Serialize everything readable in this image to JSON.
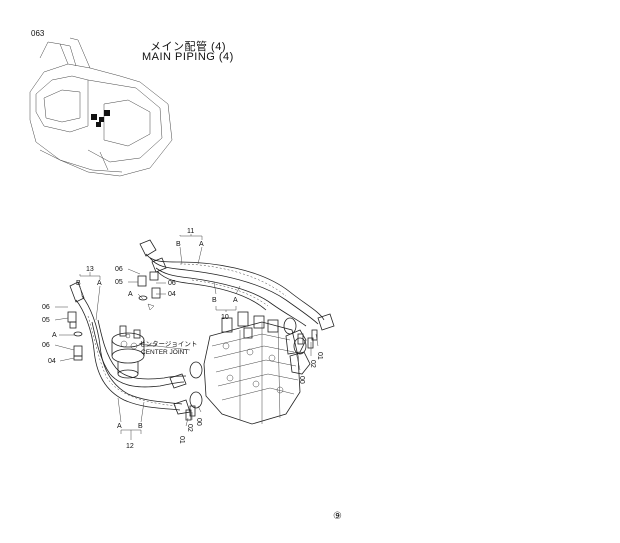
{
  "page_number": "063",
  "title_jp": "メイン配管 (4)",
  "title_en": "MAIN PIPING (4)",
  "center_joint_jp": "センタージョイント",
  "center_joint_en": "CENTER JOINT",
  "footer_mark": "⑨",
  "callouts": {
    "n11": "11",
    "n11_b": "B",
    "n11_a": "A",
    "n10": "10",
    "n10_b": "B",
    "n10_a": "A",
    "n13": "13",
    "n13_b": "B",
    "n13_a": "A",
    "n12": "12",
    "n12_a": "A",
    "n12_b": "B",
    "l06": "06",
    "l05": "05",
    "l04": "04",
    "la_left": "A",
    "m06": "06",
    "m05": "05",
    "m06b": "06",
    "m04": "04",
    "ma_mid": "A",
    "r00": "00",
    "r01": "01",
    "r02": "02",
    "b01": "01",
    "b02": "02",
    "b00": "00"
  }
}
